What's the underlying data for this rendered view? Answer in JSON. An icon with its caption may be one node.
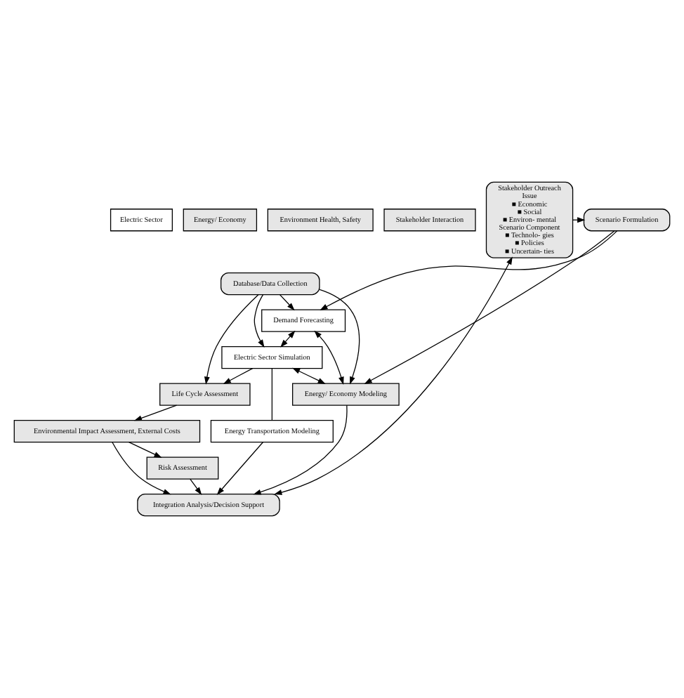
{
  "diagram": {
    "nodes": [
      {
        "text": [
          "Electric Sector"
        ]
      },
      {
        "text": [
          "Energy/ Economy"
        ]
      },
      {
        "text": [
          "Environment Health, Safety"
        ]
      },
      {
        "text": [
          "Stakeholder Interaction"
        ]
      },
      {
        "text": [
          "Database/Data Collection"
        ]
      },
      {
        "text": [
          "Scenario Formulation"
        ]
      },
      {
        "text": [
          "Demand Forecasting"
        ]
      },
      {
        "text": [
          "Energy/ Economy Modeling"
        ]
      },
      {
        "text": [
          "Electric Sector Simulation"
        ]
      },
      {
        "text": [
          "Life Cycle Assessment"
        ]
      },
      {
        "text": [
          "Stakeholder Outreach",
          "Issue",
          "■ Economic",
          "■ Social",
          "■ Environ- mental",
          "Scenario Component",
          "■ Technolo- gies",
          "■ Policies",
          "■ Uncertain- ties"
        ]
      },
      {
        "text": [
          "Energy Transportation Modeling"
        ]
      },
      {
        "text": [
          "Environmental Impact Assessment, External Costs"
        ]
      },
      {
        "text": [
          "Risk Assessment"
        ]
      },
      {
        "text": [
          "Integration Analysis/Decision Support"
        ]
      }
    ],
    "edges": [
      {
        "from": 4,
        "to": 6,
        "arrow": "to"
      },
      {
        "from": 4,
        "to": 8,
        "arrow": "to"
      },
      {
        "from": 4,
        "to": 7,
        "arrow": "to"
      },
      {
        "from": 4,
        "to": 9,
        "arrow": "to"
      },
      {
        "from": 5,
        "to": 6,
        "arrow": "to"
      },
      {
        "from": 5,
        "to": 7,
        "arrow": "to"
      },
      {
        "from": 6,
        "to": 7,
        "arrow": "both"
      },
      {
        "from": 6,
        "to": 8,
        "arrow": "both"
      },
      {
        "from": 8,
        "to": 7,
        "arrow": "both"
      },
      {
        "from": 8,
        "to": 9,
        "arrow": "to"
      },
      {
        "from": 8,
        "to": 11,
        "arrow": "none"
      },
      {
        "from": 9,
        "to": 12,
        "arrow": "to"
      },
      {
        "from": 12,
        "to": 13,
        "arrow": "to"
      },
      {
        "from": 11,
        "to": 14,
        "arrow": "to"
      },
      {
        "from": 7,
        "to": 14,
        "arrow": "to"
      },
      {
        "from": 12,
        "to": 14,
        "arrow": "to"
      },
      {
        "from": 13,
        "to": 14,
        "arrow": "to"
      },
      {
        "from": 14,
        "to": 10,
        "arrow": "both"
      },
      {
        "from": 10,
        "to": 5,
        "arrow": "to"
      }
    ]
  }
}
